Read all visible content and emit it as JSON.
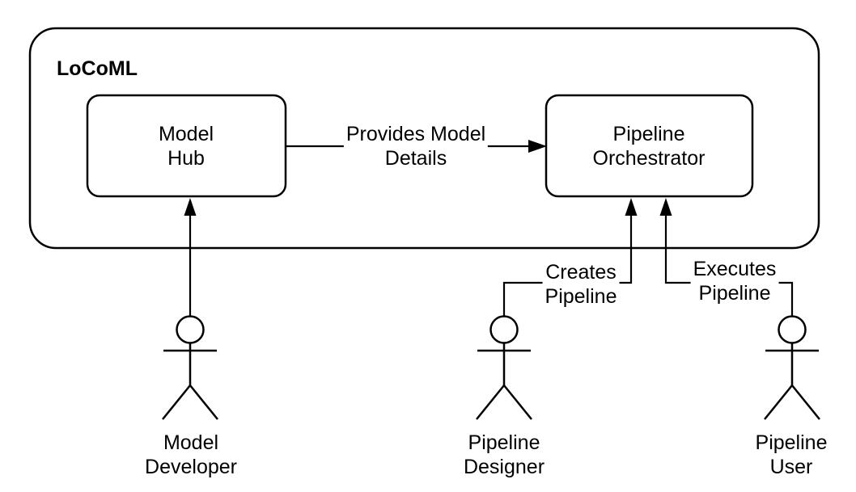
{
  "colors": {
    "stroke": "#000000",
    "background": "#ffffff",
    "text": "#000000"
  },
  "container": {
    "title": "LoCoML"
  },
  "nodes": {
    "model_hub": {
      "line1": "Model",
      "line2": "Hub"
    },
    "pipeline_orchestrator": {
      "line1": "Pipeline",
      "line2": "Orchestrator"
    }
  },
  "edges": {
    "provides_model_details": {
      "line1": "Provides Model",
      "line2": "Details"
    },
    "creates_pipeline": {
      "line1": "Creates",
      "line2": "Pipeline"
    },
    "executes_pipeline": {
      "line1": "Executes",
      "line2": "Pipeline"
    }
  },
  "actors": {
    "model_developer": {
      "line1": "Model",
      "line2": "Developer"
    },
    "pipeline_designer": {
      "line1": "Pipeline",
      "line2": "Designer"
    },
    "pipeline_user": {
      "line1": "Pipeline",
      "line2": "User"
    }
  }
}
